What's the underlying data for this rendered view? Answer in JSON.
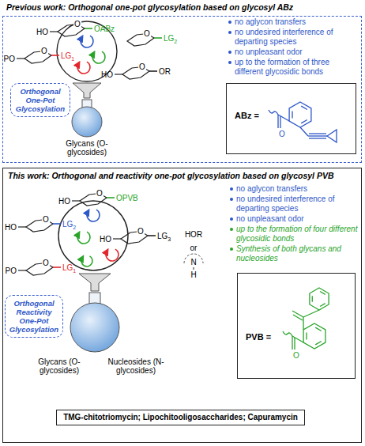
{
  "diagram": {
    "nodes": [
      {
        "text": [
          "Previous work: Orthogonal one-pot glycosylation based on glycosyl ABz"
        ]
      },
      {
        "text": [
          "Orthogonal One-Pot Glycosylation"
        ],
        "in": 0
      },
      {
        "text": [
          "ABz ="
        ],
        "in": 0
      },
      {
        "text": [
          "This work: Orthogonal and reactivity one-pot glycosylation based on glycosyl PVB"
        ]
      },
      {
        "text": [
          "Orthogonal Reactivity One-Pot Glycosylation"
        ],
        "in": 3
      },
      {
        "text": [
          "PVB ="
        ],
        "in": 3
      },
      {
        "text": [
          "TMG-chitotriomycin; Lipochitooligosaccharides; Capuramycin"
        ],
        "in": 3
      }
    ],
    "labels": [
      "HO",
      "OABz",
      "LG2",
      "PO",
      "LG1",
      "HO",
      "OR",
      "no aglycon transfers",
      "no undesired interference of departing species",
      "no unpleasant odor",
      "up to the formation of three different glycosidic bonds",
      "Glycans (O-glycosides)",
      "O",
      "HO",
      "OPVB",
      "HO",
      "LG2",
      "HO",
      "LG3",
      "PO",
      "LG1",
      "HOR",
      "or",
      "N",
      "H",
      "no aglycon transfers",
      "no undesired interference of departing species",
      "no unpleasant odor",
      "up to the formation of four different glycosidic bonds",
      "Synthesis of both glycans and nucleosides",
      "Glycans (O-glycosides)",
      "Nucleosides (N-glycosides)",
      "O",
      "O",
      "O",
      "O",
      "O",
      "O",
      "O",
      "O",
      "O"
    ]
  }
}
